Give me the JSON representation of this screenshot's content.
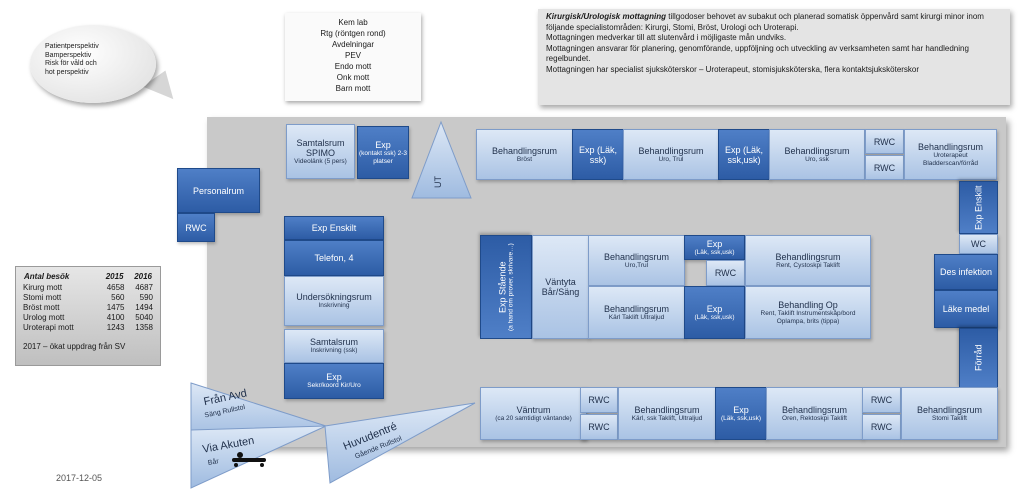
{
  "callout": {
    "lines": [
      "Patientperspektiv",
      "Bamperspektiv",
      "Risk för våld och",
      "hot perspektiv"
    ]
  },
  "destinations": [
    "Kem lab",
    "Rtg (röntgen rond)",
    "Avdelningar",
    "PEV",
    "Endo mott",
    "Onk mott",
    "Barn mott"
  ],
  "description": {
    "title": "Kirurgisk/Urologisk mottagning",
    "lines": [
      " tillgodoser behovet av subakut och planerad somatisk öppenvård samt kirurgi minor inom följande specialistområden: Kirurgi, Stomi, Bröst, Urologi och Uroterapi.",
      "Mottagningen medverkar till att slutenvård i möjligaste mån undviks.",
      "Mottagningen ansvarar för planering, genomförande, uppföljning och utveckling av verksamheten samt har handledning regelbundet.",
      "Mottagningen har specialist sjuksköterskor – Uroterapeut, stomisjuksköterska, flera kontaktsjuksköterskor"
    ]
  },
  "visits": {
    "header": [
      "Antal besök",
      "2015",
      "2016"
    ],
    "rows": [
      [
        "Kirurg mott",
        "4658",
        "4687"
      ],
      [
        "Stomi mott",
        "560",
        "590"
      ],
      [
        "Bröst mott",
        "1475",
        "1494"
      ],
      [
        "Urolog mott",
        "4100",
        "5040"
      ],
      [
        "Uroterapi mott",
        "1243",
        "1358"
      ]
    ],
    "note": "2017 – ökat uppdrag från SV"
  },
  "date": "2017-12-05",
  "rooms": {
    "personalrum": "Personalrum",
    "rwc": "RWC",
    "samtalsrum_spimo": {
      "t": "Samtalsrum SPIMO",
      "s": "Videolänk (5 pers)"
    },
    "exp_kontakt": {
      "t": "Exp",
      "s": "(kontakt ssk) 2-3 platser"
    },
    "ut": "UT",
    "beh_brost": {
      "t": "Behandlingsrum",
      "s": "Bröst"
    },
    "exp_lak_ssk": {
      "t": "Exp (Läk, ssk)"
    },
    "beh_uro_trul": {
      "t": "Behandlingsrum",
      "s": "Uro, Trul"
    },
    "exp_lak_ssk_usk": {
      "t": "Exp (Läk, ssk,usk)"
    },
    "beh_uro_ssk": {
      "t": "Behandlingsrum",
      "s": "Uro, ssk"
    },
    "beh_uroterapeut": {
      "t": "Behandlingsrum",
      "s": "Uroterapeut Bladderscan/förråd"
    },
    "exp_enskilt_right": "Exp Enskilt",
    "wc": "WC",
    "des_infektion": "Des infektion",
    "lake_medel": "Läke medel",
    "forrad": "Förråd",
    "exp_enskilt": "Exp Enskilt",
    "telefon": "Telefon, 4",
    "undersokning": {
      "t": "Undersökningsrum",
      "s": "Inskrivning"
    },
    "samtalsrum": {
      "t": "Samtalsrum",
      "s": "Inskrivning (ssk)"
    },
    "exp_sekr": {
      "t": "Exp",
      "s": "Sekr/koord Kir/Uro"
    },
    "exp_staende": {
      "t": "Exp Stående",
      "s": "(a hand om prover, skrivare…)"
    },
    "vantyta": "Väntyta Bår/Säng",
    "beh_uro_trul2": {
      "t": "Behandlingsrum",
      "s": "Uro,Trul"
    },
    "exp_mid1": {
      "t": "Exp",
      "s": "(Läk, ssk,usk)"
    },
    "beh_rent_cysto": {
      "t": "Behandlingsrum",
      "s": "Rent, Cystoskpi Taklift"
    },
    "beh_karl": {
      "t": "Behandlingsrum",
      "s": "Kärl Taklift Ultraljud"
    },
    "exp_mid2": {
      "t": "Exp",
      "s": "(Läk, ssk,usk)"
    },
    "beh_op": {
      "t": "Behandling Op",
      "s": "Rent, Taklift Instrumentskåp/bord Oplampa, brits (tippa)"
    },
    "vantrum": {
      "t": "Väntrum",
      "s": "(ca 20 samtidigt väntande)"
    },
    "beh_karl_ssk": {
      "t": "Behandlingsrum",
      "s": "Kärl, ssk Taklift, Ultraljud"
    },
    "exp_bottom": {
      "t": "Exp",
      "s": "(Läk, ssk,usk)"
    },
    "beh_oren": {
      "t": "Behandlingsrum",
      "s": "Oren, Rektoskpi Taklift"
    },
    "beh_stomi": {
      "t": "Behandlingsrum",
      "s": "Stomi Taklift"
    }
  },
  "entrances": {
    "fran_avd": {
      "t": "Från Avd",
      "s": "Säng Rullstol"
    },
    "via_akuten": {
      "t": "Via Akuten",
      "s": "Bår"
    },
    "huvudentre": {
      "t": "Huvudentré",
      "s": "Gående Rullstol"
    }
  }
}
